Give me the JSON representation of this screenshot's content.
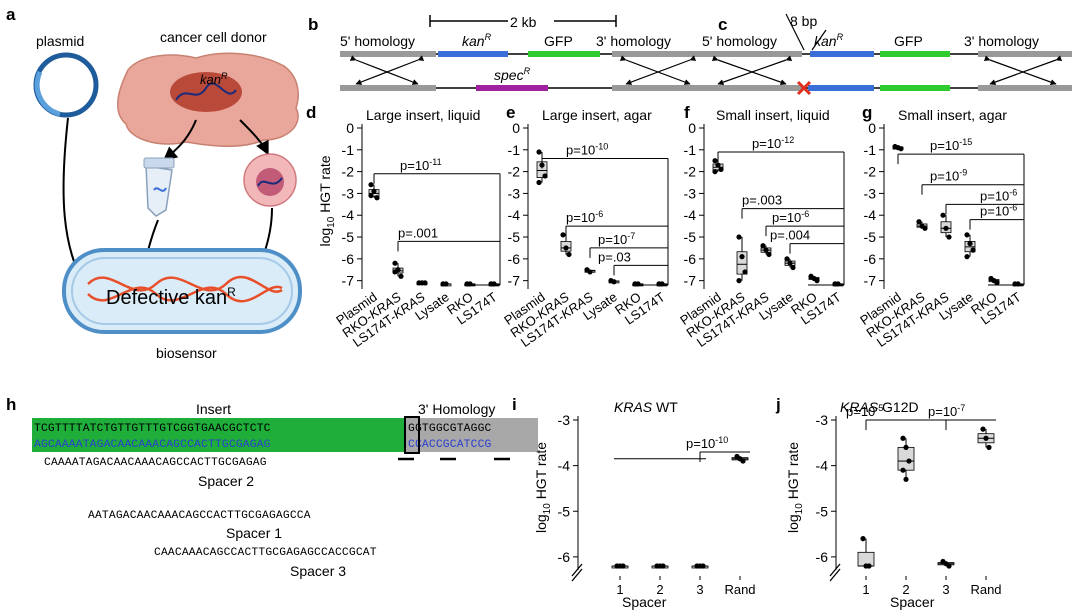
{
  "panel_letters": {
    "a": "a",
    "b": "b",
    "c": "c",
    "d": "d",
    "e": "e",
    "f": "f",
    "g": "g",
    "h": "h",
    "i": "i",
    "j": "j"
  },
  "panel_a": {
    "plasmid": "plasmid",
    "donor": "cancer cell donor",
    "kan_gene": "kan",
    "kan_sup": "R",
    "biosensor_text": "Defective kan",
    "biosensor_sup": "R",
    "biosensor_label": "biosensor"
  },
  "panel_b": {
    "scale": "2 kb",
    "homology5": "5' homology",
    "kan": "kan",
    "kan_sup": "R",
    "gfp": "GFP",
    "homology3": "3' homology",
    "spec": "spec",
    "spec_sup": "R"
  },
  "panel_c": {
    "gap": "8 bp",
    "homology5": "5' homology",
    "kan": "kan",
    "kan_sup": "R",
    "gfp": "GFP",
    "homology3": "3' homology"
  },
  "colors": {
    "kan": "#3a6fd8",
    "gfp": "#2ecc2e",
    "spec": "#a020a0",
    "homology": "#999999",
    "mutation": "#e03020",
    "box": "#d9d9d9",
    "seq_green": "#1fae3a",
    "seq_gray": "#a8a8a8",
    "blue_text": "#2a3fd0"
  },
  "axis_label_main": "HGT rate",
  "axis_label_prefix": "log",
  "axis_label_sub": "10",
  "panel_d": {
    "chart_data": {
      "type": "box",
      "title": "Large insert, liquid",
      "categories": [
        "Plasmid",
        "RKO-KRAS",
        "LS174T-KRAS",
        "Lysate",
        "RKO",
        "LS174T"
      ],
      "ylabel": "log10 HGT rate",
      "ylim": [
        -7.2,
        0
      ],
      "yticks": [
        0,
        -1,
        -2,
        -3,
        -4,
        -5,
        -6,
        -7
      ],
      "points": [
        [
          -2.6,
          -2.9,
          -3.2,
          -3.1
        ],
        [
          -6.2,
          -6.5,
          -6.8,
          -6.6
        ],
        [
          -7.1,
          -7.1,
          -7.1
        ],
        [
          -7.15,
          -7.15
        ],
        [
          -7.15,
          -7.15
        ],
        [
          -7.15,
          -7.15
        ]
      ],
      "annotations": [
        {
          "text": "p=10",
          "sup": "-11",
          "level": -2.1,
          "compare": "Plasmid vs RKO/LS174T"
        },
        {
          "text": "p=.001",
          "sup": "",
          "level": -5.2,
          "compare": "RKO-KRAS vs RKO/LS174T"
        }
      ]
    }
  },
  "panel_e": {
    "chart_data": {
      "type": "box",
      "title": "Large insert, agar",
      "categories": [
        "Plasmid",
        "RKO-KRAS",
        "LS174T-KRAS",
        "Lysate",
        "RKO",
        "LS174T"
      ],
      "ylim": [
        -7.2,
        0
      ],
      "yticks": [
        0,
        -1,
        -2,
        -3,
        -4,
        -5,
        -6,
        -7
      ],
      "points": [
        [
          -1.1,
          -1.7,
          -2.2,
          -2.5
        ],
        [
          -4.9,
          -5.5,
          -5.8
        ],
        [
          -6.5,
          -6.6
        ],
        [
          -7.0,
          -7.05
        ],
        [
          -7.15,
          -7.15
        ],
        [
          -7.15,
          -7.15
        ]
      ],
      "annotations": [
        {
          "text": "p=10",
          "sup": "-10",
          "level": -1.4
        },
        {
          "text": "p=10",
          "sup": "-6",
          "level": -4.5
        },
        {
          "text": "p=10",
          "sup": "-7",
          "level": -5.5
        },
        {
          "text": "p=.03",
          "sup": "",
          "level": -6.3
        }
      ]
    }
  },
  "panel_f": {
    "chart_data": {
      "type": "box",
      "title": "Small insert, liquid",
      "categories": [
        "Plasmid",
        "RKO-KRAS",
        "LS174T-KRAS",
        "Lysate",
        "RKO",
        "LS174T"
      ],
      "ylim": [
        -7.2,
        0
      ],
      "yticks": [
        0,
        -1,
        -2,
        -3,
        -4,
        -5,
        -6,
        -7
      ],
      "points": [
        [
          -1.5,
          -1.7,
          -1.9,
          -2.0
        ],
        [
          -5.0,
          -5.9,
          -6.6,
          -7.0
        ],
        [
          -5.4,
          -5.6,
          -5.8
        ],
        [
          -6.0,
          -6.2,
          -6.4
        ],
        [
          -6.8,
          -6.9,
          -7.0
        ],
        [
          -7.15,
          -7.15
        ]
      ],
      "annotations": [
        {
          "text": "p=10",
          "sup": "-12",
          "level": -1.1
        },
        {
          "text": "p=.003",
          "sup": "",
          "level": -3.7
        },
        {
          "text": "p=10",
          "sup": "-6",
          "level": -4.5
        },
        {
          "text": "p=.004",
          "sup": "",
          "level": -5.3
        }
      ]
    }
  },
  "panel_g": {
    "chart_data": {
      "type": "box",
      "title": "Small insert, agar",
      "categories": [
        "Plasmid",
        "RKO-KRAS",
        "LS174T-KRAS",
        "Lysate",
        "RKO",
        "LS174T"
      ],
      "ylim": [
        -7.2,
        0
      ],
      "yticks": [
        0,
        -1,
        -2,
        -3,
        -4,
        -5,
        -6,
        -7
      ],
      "points": [
        [
          -0.85,
          -0.9,
          -0.95
        ],
        [
          -4.3,
          -4.5,
          -4.6
        ],
        [
          -4.0,
          -4.6,
          -5.0
        ],
        [
          -4.9,
          -5.3,
          -5.6,
          -5.9
        ],
        [
          -6.9,
          -7.0,
          -7.1
        ],
        [
          -7.15,
          -7.15
        ]
      ],
      "annotations": [
        {
          "text": "p=10",
          "sup": "-15",
          "level": -1.2
        },
        {
          "text": "p=10",
          "sup": "-9",
          "level": -2.6
        },
        {
          "text": "p=10",
          "sup": "-6",
          "level": -3.5
        },
        {
          "text": "p=10",
          "sup": "-6",
          "level": -4.2
        }
      ]
    }
  },
  "panel_h": {
    "insert_label": "Insert",
    "homology_label": "3' Homology",
    "top_green": "TCGTTTTATCTGTTGTTTGTCGGTGAACGCTCTC",
    "top_gray": "GGTGGCGTAGGC",
    "bot_green": "AGCAAAATAGACAACAAACAGCCACTTGCGAGAG",
    "bot_gray": "CCACCGCATCCG",
    "spacer2_seq": "CAAAATAGACAACAAACAGCCACTTGCGAGAG",
    "spacer2_label": "Spacer 2",
    "spacer1_seq": "AATAGACAACAAACAGCCACTTGCGAGAGCCA",
    "spacer1_label": "Spacer 1",
    "spacer3_seq": "CAACAAACAGCCACTTGCGAGAGCCACCGCAT",
    "spacer3_label": "Spacer 3"
  },
  "panel_i": {
    "chart_data": {
      "type": "box",
      "title_italic": "KRAS",
      "title_rest": " WT",
      "categories": [
        "1",
        "2",
        "3",
        "Rand"
      ],
      "xlabel": "Spacer",
      "ylim": [
        -6.2,
        -3
      ],
      "yticks": [
        -3,
        -4,
        -5,
        -6
      ],
      "points": [
        [
          -6.2,
          -6.2,
          -6.2
        ],
        [
          -6.2,
          -6.2,
          -6.2
        ],
        [
          -6.2,
          -6.2,
          -6.2
        ],
        [
          -3.8,
          -3.85,
          -3.9
        ]
      ],
      "annotations": [
        {
          "text": "p=10",
          "sup": "-10",
          "level": -3.7
        }
      ]
    }
  },
  "panel_j": {
    "chart_data": {
      "type": "box",
      "title_italic": "KRAS",
      "title_rest": " G12D",
      "categories": [
        "1",
        "2",
        "3",
        "Rand"
      ],
      "xlabel": "Spacer",
      "ylim": [
        -6.2,
        -3
      ],
      "yticks": [
        -3,
        -4,
        -5,
        -6
      ],
      "points": [
        [
          -5.6,
          -6.2,
          -6.2
        ],
        [
          -3.4,
          -3.6,
          -3.9,
          -4.1,
          -4.3
        ],
        [
          -6.1,
          -6.15,
          -6.2
        ],
        [
          -3.2,
          -3.4,
          -3.6
        ]
      ],
      "annotations": [
        {
          "text": "p=10",
          "sup": "-5",
          "level": -3.0
        },
        {
          "text": "p=10",
          "sup": "-7",
          "level": -3.0
        }
      ]
    }
  }
}
